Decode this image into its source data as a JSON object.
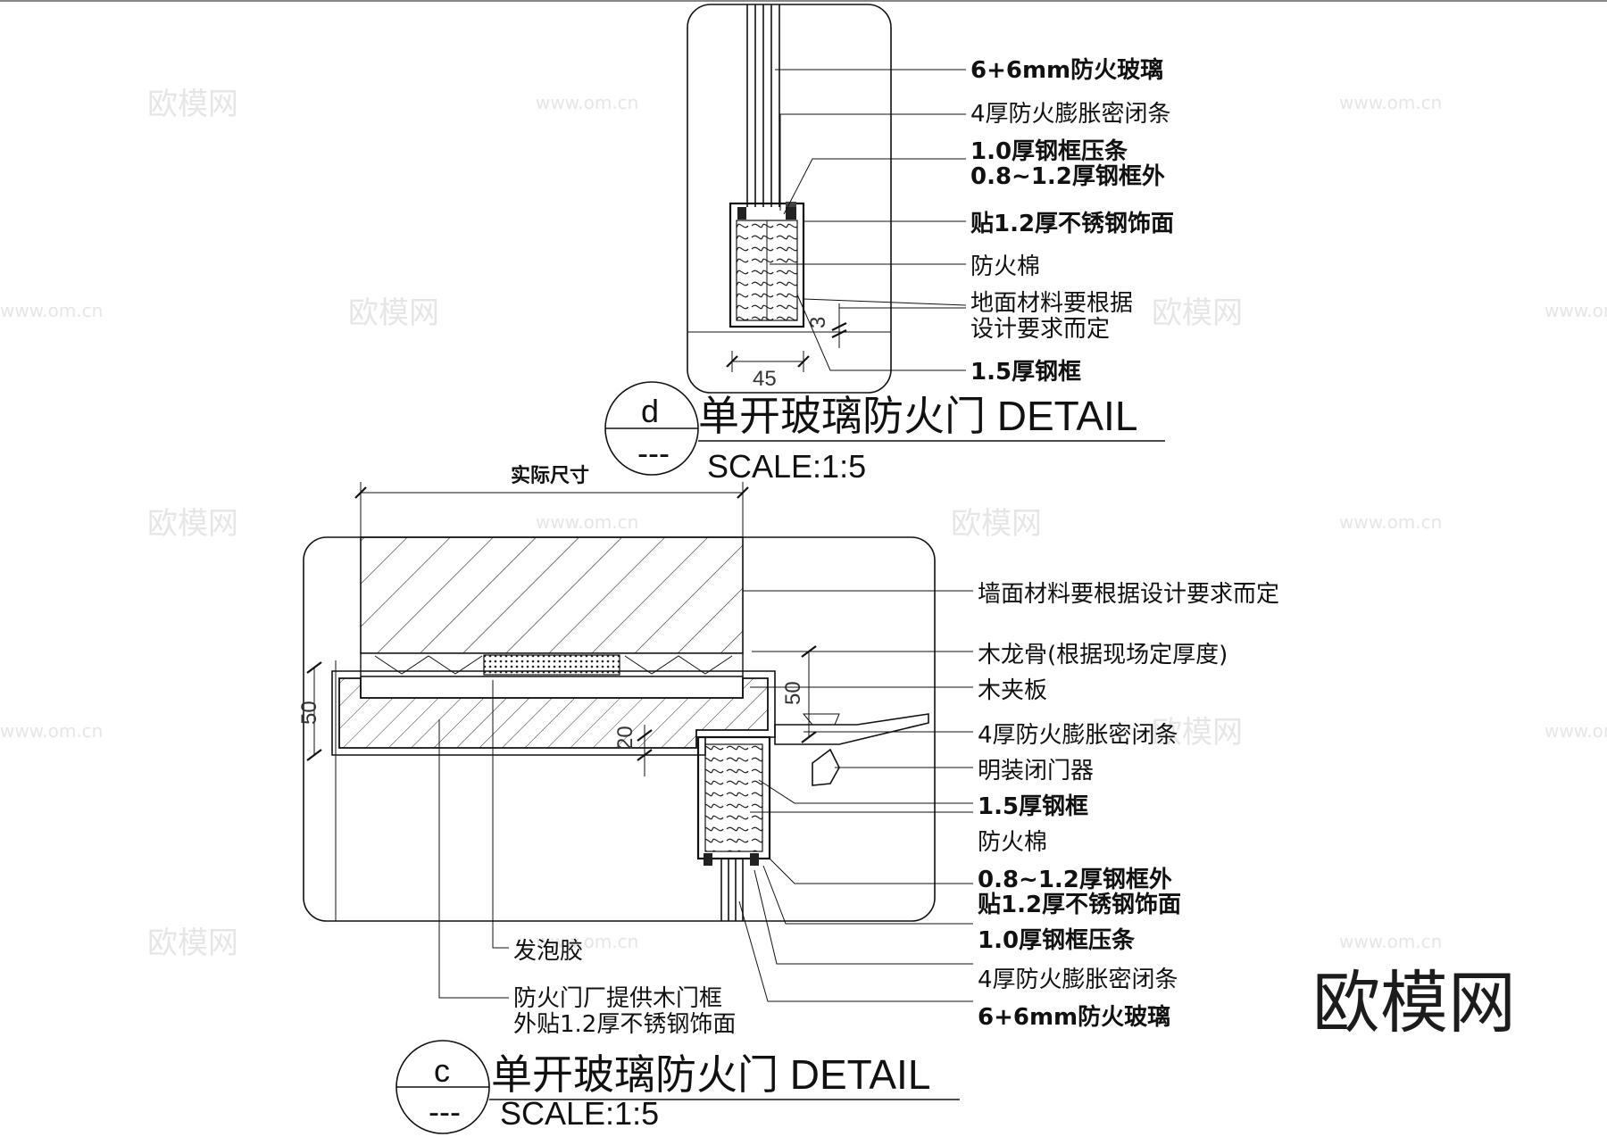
{
  "watermarks": {
    "site_name": "欧模网",
    "site_url": "www.om.cn",
    "brand": "欧模网"
  },
  "detail_d": {
    "marker_letter": "d",
    "marker_ref": "---",
    "title": "单开玻璃防火门   DETAIL",
    "scale": "SCALE:1:5",
    "dim_width": "45",
    "dim_gap": "3",
    "labels": [
      "6+6mm防火玻璃",
      "4厚防火膨胀密闭条",
      "1.0厚钢框压条",
      "0.8~1.2厚钢框外",
      "贴1.2厚不锈钢饰面",
      "防火棉",
      "地面材料要根据",
      "设计要求而定",
      "1.5厚钢框"
    ]
  },
  "detail_c": {
    "marker_letter": "c",
    "marker_ref": "---",
    "title": "单开玻璃防火门   DETAIL",
    "scale": "SCALE:1:5",
    "dim_actual": "实际尺寸",
    "dim_50_left": "50",
    "dim_50_right": "50",
    "dim_20": "20",
    "right_labels": [
      "墙面材料要根据设计要求而定",
      "木龙骨(根据现场定厚度)",
      "木夹板",
      "4厚防火膨胀密闭条",
      "明装闭门器",
      "1.5厚钢框",
      "防火棉",
      "0.8~1.2厚钢框外",
      "贴1.2厚不锈钢饰面",
      "1.0厚钢框压条",
      "4厚防火膨胀密闭条",
      "6+6mm防火玻璃"
    ],
    "bottom_labels": [
      "发泡胶",
      "防火门厂提供木门框",
      "外贴1.2厚不锈钢饰面"
    ]
  }
}
